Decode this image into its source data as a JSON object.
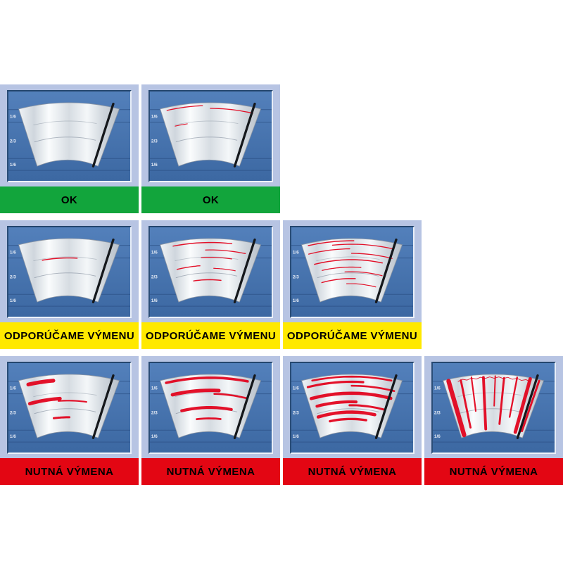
{
  "scale_labels": [
    "1/6",
    "2/3",
    "1/6"
  ],
  "colors": {
    "cell_bg": "#b7c4e3",
    "panel_top": "#5380bb",
    "panel_bottom": "#3c68a2",
    "grid_line": "#2d5288",
    "scale_text": "#e9eef7",
    "fan_edge": "#8b95a3",
    "wipe_trace": "#46566b",
    "blade": "#15181c",
    "streak": "#e2001a",
    "label_text": "#000000"
  },
  "rows": [
    {
      "status": "ok",
      "label": "OK",
      "color": "#12a53c",
      "cells": [
        {
          "streaks": []
        },
        {
          "streaks": [
            [
              0.05,
              0.06,
              0.42,
              1.3
            ],
            [
              0.1,
              0.5,
              0.94,
              1.3
            ],
            [
              0.34,
              0.1,
              0.24,
              1.1
            ]
          ]
        }
      ]
    },
    {
      "status": "replace-recommended",
      "label": "ODPORÚČAME VÝMENU",
      "color": "#ffe900",
      "cells": [
        {
          "streaks": [
            [
              0.34,
              0.2,
              0.6,
              1.5
            ]
          ]
        },
        {
          "streaks": [
            [
              0.07,
              0.12,
              0.72,
              1.5
            ],
            [
              0.2,
              0.45,
              0.88,
              1.3
            ],
            [
              0.33,
              0.4,
              0.75,
              1.2
            ],
            [
              0.47,
              0.1,
              0.38,
              1.4
            ],
            [
              0.52,
              0.55,
              0.82,
              1.2
            ],
            [
              0.72,
              0.28,
              0.66,
              1.5
            ]
          ]
        },
        {
          "streaks": [
            [
              0.04,
              0.06,
              0.52,
              1.5
            ],
            [
              0.1,
              0.3,
              0.92,
              1.3
            ],
            [
              0.18,
              0.04,
              0.48,
              1.3
            ],
            [
              0.26,
              0.5,
              0.95,
              1.3
            ],
            [
              0.37,
              0.07,
              0.86,
              1.5
            ],
            [
              0.5,
              0.14,
              0.62,
              1.3
            ],
            [
              0.58,
              0.42,
              0.9,
              1.2
            ],
            [
              0.7,
              0.1,
              0.56,
              1.5
            ],
            [
              0.79,
              0.44,
              0.86,
              1.2
            ]
          ]
        }
      ]
    },
    {
      "status": "replace-required",
      "label": "NUTNÁ VÝMENA",
      "color": "#e30613",
      "cells": [
        {
          "streaks": [
            [
              0.1,
              0.08,
              0.34,
              5.5
            ],
            [
              0.42,
              0.04,
              0.4,
              5.0
            ],
            [
              0.46,
              0.38,
              0.72,
              2.2
            ],
            [
              0.75,
              0.3,
              0.52,
              3.0
            ]
          ]
        },
        {
          "streaks": [
            [
              0.06,
              0.05,
              0.88,
              3.6
            ],
            [
              0.28,
              0.08,
              0.6,
              5.0
            ],
            [
              0.34,
              0.55,
              0.92,
              2.6
            ],
            [
              0.58,
              0.14,
              0.78,
              4.2
            ],
            [
              0.77,
              0.32,
              0.66,
              2.8
            ]
          ]
        },
        {
          "streaks": [
            [
              0.04,
              0.1,
              0.9,
              2.6
            ],
            [
              0.13,
              0.04,
              0.62,
              3.2
            ],
            [
              0.2,
              0.5,
              0.96,
              2.6
            ],
            [
              0.33,
              0.04,
              0.95,
              4.6
            ],
            [
              0.48,
              0.08,
              0.56,
              4.2
            ],
            [
              0.54,
              0.48,
              0.92,
              3.0
            ],
            [
              0.66,
              0.06,
              0.82,
              4.6
            ],
            [
              0.78,
              0.2,
              0.72,
              3.4
            ]
          ]
        },
        {
          "streaks": [],
          "vstreaks": [
            [
              0.05,
              0.03,
              0.97,
              6.5
            ],
            [
              0.17,
              0.06,
              0.88,
              3.0
            ],
            [
              0.28,
              0.03,
              0.62,
              2.2
            ],
            [
              0.4,
              0.05,
              0.95,
              4.0
            ],
            [
              0.52,
              0.03,
              0.55,
              2.0
            ],
            [
              0.61,
              0.06,
              0.86,
              3.0
            ],
            [
              0.74,
              0.03,
              0.72,
              2.4
            ],
            [
              0.87,
              0.02,
              0.95,
              5.0
            ],
            [
              0.96,
              0.02,
              0.9,
              3.0
            ]
          ],
          "squiggle": true
        }
      ]
    }
  ]
}
